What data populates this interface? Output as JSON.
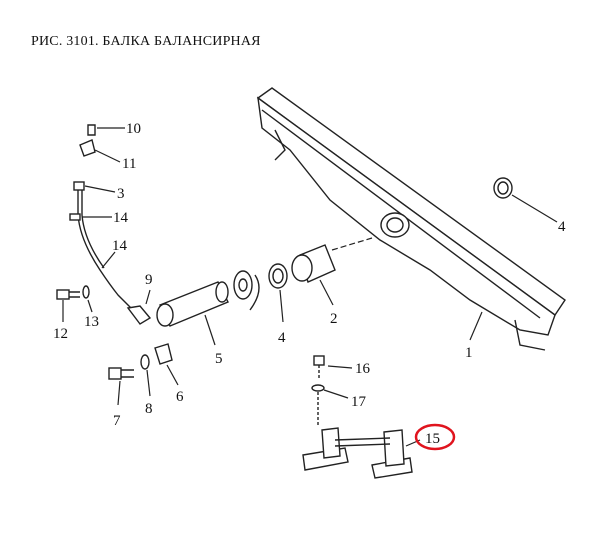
{
  "title": "РИС. 3101. БАЛКА БАЛАНСИРНАЯ",
  "callouts": {
    "c1": "1",
    "c2": "2",
    "c3": "3",
    "c4a": "4",
    "c4b": "4",
    "c5": "5",
    "c6": "6",
    "c7": "7",
    "c8": "8",
    "c9": "9",
    "c10": "10",
    "c11": "11",
    "c12": "12",
    "c13": "13",
    "c14a": "14",
    "c14b": "14",
    "c15": "15",
    "c16": "16",
    "c17": "17"
  },
  "highlight_color": "#e0141e"
}
